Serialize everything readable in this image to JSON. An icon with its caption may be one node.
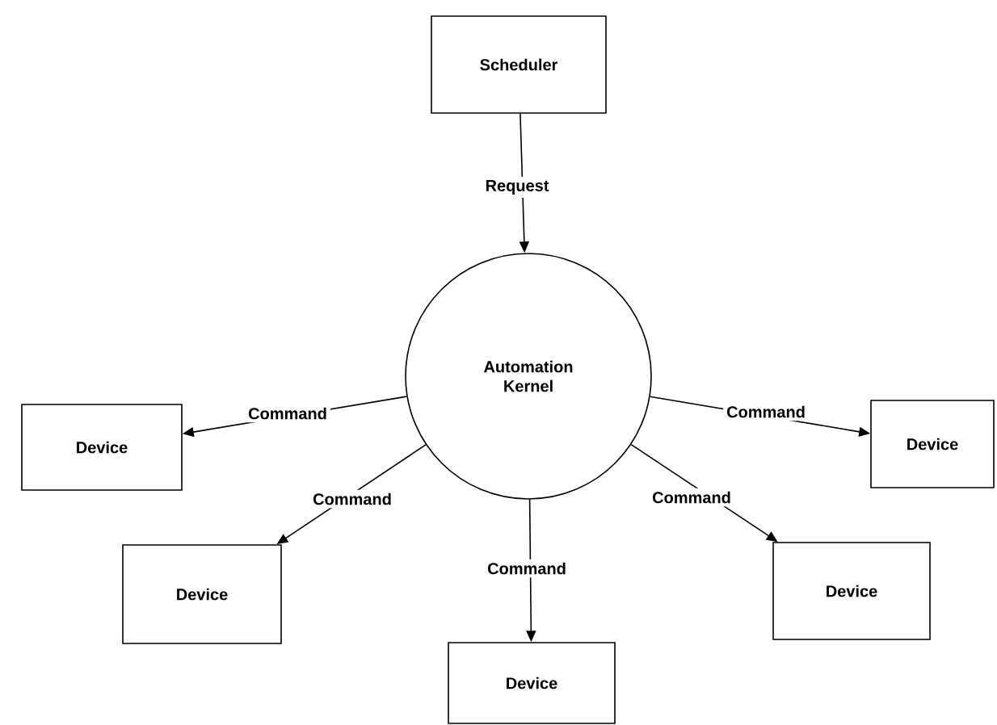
{
  "diagram": {
    "nodes": [
      {
        "text": [
          "Scheduler"
        ]
      },
      {
        "text": [
          "Automation Kernel"
        ]
      },
      {
        "text": [
          "Device"
        ]
      },
      {
        "text": [
          "Device"
        ]
      },
      {
        "text": [
          "Device"
        ]
      },
      {
        "text": [
          "Device"
        ]
      },
      {
        "text": [
          "Device"
        ]
      }
    ],
    "edges": [
      {
        "from": 0,
        "to": 1,
        "arrow": "to",
        "label": "Request"
      },
      {
        "from": 1,
        "to": 2,
        "arrow": "to",
        "label": "Command"
      },
      {
        "from": 1,
        "to": 3,
        "arrow": "to",
        "label": "Command"
      },
      {
        "from": 1,
        "to": 4,
        "arrow": "to",
        "label": "Command"
      },
      {
        "from": 1,
        "to": 5,
        "arrow": "to",
        "label": "Command"
      },
      {
        "from": 1,
        "to": 6,
        "arrow": "to",
        "label": "Command"
      }
    ]
  }
}
